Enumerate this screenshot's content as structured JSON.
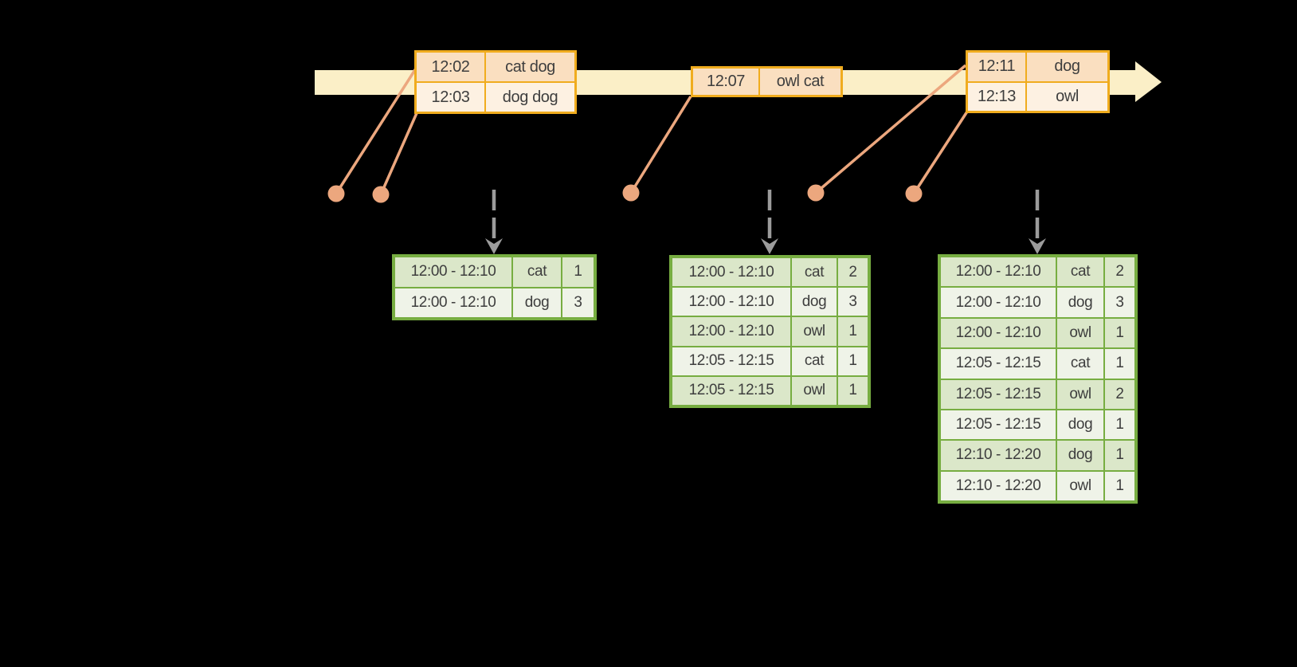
{
  "colors": {
    "background": "#000000",
    "timeline_band": "#FBEFC7",
    "event_table_border": "#F0AC1E",
    "event_cell_dark": "#FADFC0",
    "event_cell_light": "#FDF1E2",
    "marker": "#ECA77E",
    "result_table_border": "#77AD41",
    "result_cell_dark": "#DBE7C9",
    "result_cell_light": "#EFF3E8",
    "trigger_arrow_gray": "#9C9C9C",
    "cell_text": "#3E3E3E"
  },
  "icons": {
    "timeline_arrow": "timeline-arrowhead-icon",
    "event_marker": "event-dot",
    "trigger_arrow": "trigger-arrow-icon"
  },
  "event_tables": [
    {
      "rows": [
        {
          "time": "12:02",
          "words": "cat dog"
        },
        {
          "time": "12:03",
          "words": "dog dog"
        }
      ]
    },
    {
      "rows": [
        {
          "time": "12:07",
          "words": "owl cat"
        }
      ]
    },
    {
      "rows": [
        {
          "time": "12:11",
          "words": "dog"
        },
        {
          "time": "12:13",
          "words": "owl"
        }
      ]
    }
  ],
  "result_tables": [
    {
      "rows": [
        {
          "window": "12:00 - 12:10",
          "word": "cat",
          "count": "1"
        },
        {
          "window": "12:00 - 12:10",
          "word": "dog",
          "count": "3"
        }
      ]
    },
    {
      "rows": [
        {
          "window": "12:00 - 12:10",
          "word": "cat",
          "count": "2"
        },
        {
          "window": "12:00 - 12:10",
          "word": "dog",
          "count": "3"
        },
        {
          "window": "12:00 - 12:10",
          "word": "owl",
          "count": "1"
        },
        {
          "window": "12:05 - 12:15",
          "word": "cat",
          "count": "1"
        },
        {
          "window": "12:05 - 12:15",
          "word": "owl",
          "count": "1"
        }
      ]
    },
    {
      "rows": [
        {
          "window": "12:00 - 12:10",
          "word": "cat",
          "count": "2"
        },
        {
          "window": "12:00 - 12:10",
          "word": "dog",
          "count": "3"
        },
        {
          "window": "12:00 - 12:10",
          "word": "owl",
          "count": "1"
        },
        {
          "window": "12:05 - 12:15",
          "word": "cat",
          "count": "1"
        },
        {
          "window": "12:05 - 12:15",
          "word": "owl",
          "count": "2"
        },
        {
          "window": "12:05 - 12:15",
          "word": "dog",
          "count": "1"
        },
        {
          "window": "12:10 - 12:20",
          "word": "dog",
          "count": "1"
        },
        {
          "window": "12:10 - 12:20",
          "word": "owl",
          "count": "1"
        }
      ]
    }
  ]
}
